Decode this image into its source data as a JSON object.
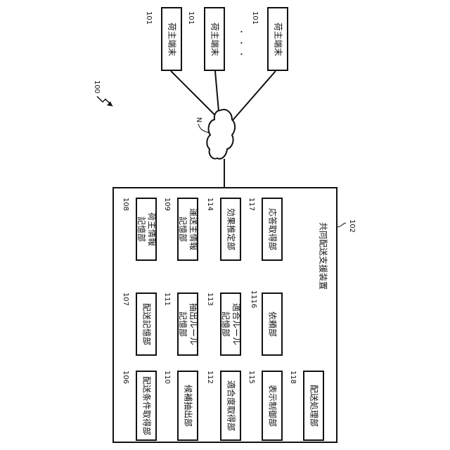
{
  "system_ref": "100",
  "network": {
    "label": "N"
  },
  "terminals": [
    {
      "label": "荷主端末",
      "ref": "101"
    },
    {
      "label": "荷主端末",
      "ref": "101"
    },
    {
      "label": "荷主端末",
      "ref": "101"
    }
  ],
  "ellipsis": "・・・",
  "device": {
    "title": "共同配送支援装置",
    "ref": "102",
    "units": [
      {
        "label": "荷主情報\n記憶部",
        "ref": "108"
      },
      {
        "label": "運送主情報\n記憶部",
        "ref": "109"
      },
      {
        "label": "効果推定部",
        "ref": "114"
      },
      {
        "label": "応答取得部",
        "ref": "117"
      },
      {
        "label": "配送記憶部",
        "ref": "107"
      },
      {
        "label": "抽出ルール\n記憶部",
        "ref": "111"
      },
      {
        "label": "適合ルール\n記憶部",
        "ref": "113"
      },
      {
        "label": "依頼部",
        "ref": "1116"
      },
      {
        "label": "配送条件取得部",
        "ref": "106"
      },
      {
        "label": "候補抽出部",
        "ref": "110"
      },
      {
        "label": "適合度取得部",
        "ref": "112"
      },
      {
        "label": "表示制御部",
        "ref": "115"
      },
      {
        "label": "配送処理部",
        "ref": "118"
      }
    ]
  }
}
